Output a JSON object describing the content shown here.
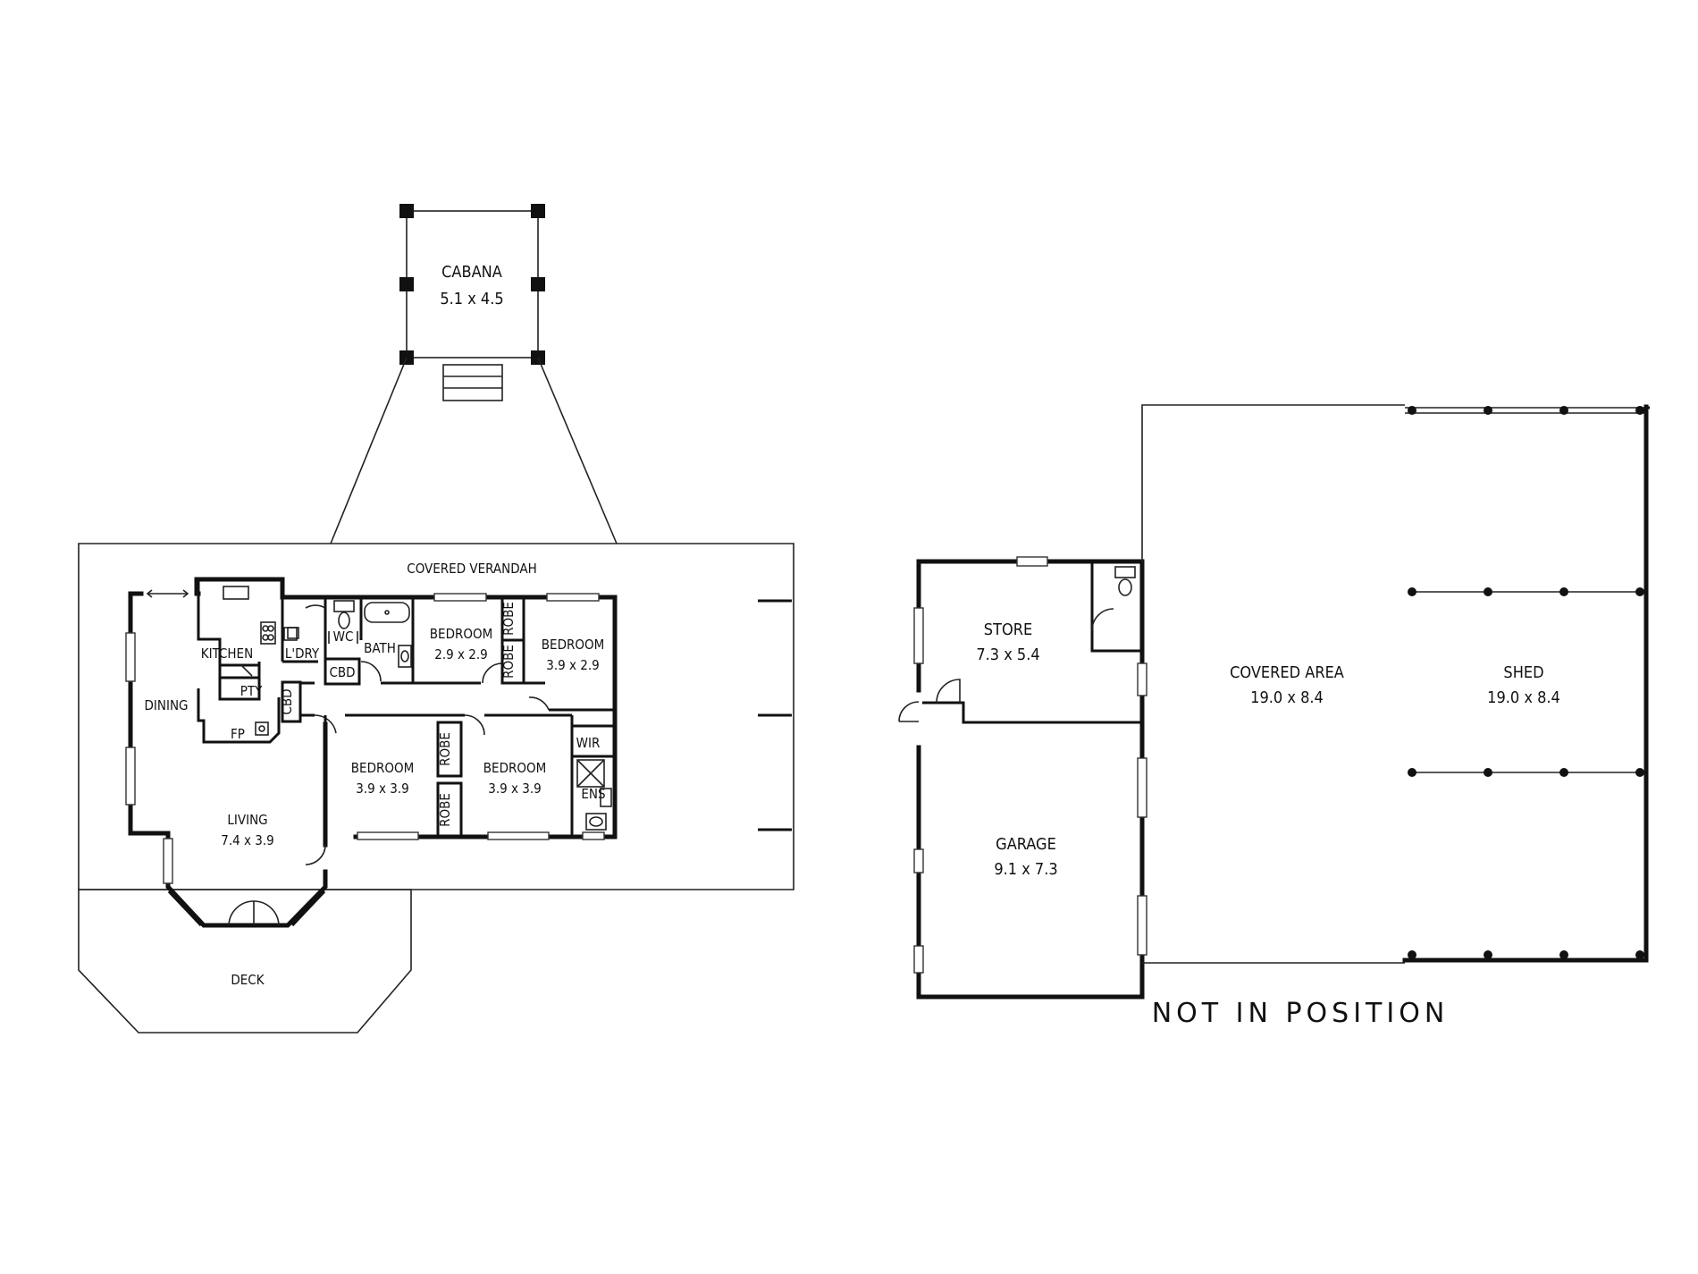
{
  "cabana": {
    "name": "CABANA",
    "size": "5.1 x 4.5"
  },
  "verandah": {
    "name": "COVERED VERANDAH"
  },
  "deck": {
    "name": "DECK"
  },
  "kitchen": {
    "name": "KITCHEN"
  },
  "dining": {
    "name": "DINING"
  },
  "pantry": {
    "name": "PTY"
  },
  "fireplace": {
    "name": "FP"
  },
  "laundry": {
    "name": "L'DRY"
  },
  "wc": {
    "name": "WC"
  },
  "bath": {
    "name": "BATH"
  },
  "cupboard_1": {
    "name": "CBD"
  },
  "cupboard_2": {
    "name": "CBD"
  },
  "bedroom_1": {
    "name": "BEDROOM",
    "size": "2.9 x 2.9"
  },
  "bedroom_2": {
    "name": "BEDROOM",
    "size": "3.9 x 2.9"
  },
  "bedroom_3": {
    "name": "BEDROOM",
    "size": "3.9 x 3.9"
  },
  "bedroom_4": {
    "name": "BEDROOM",
    "size": "3.9 x 3.9"
  },
  "robe_1": {
    "name": "ROBE"
  },
  "robe_2": {
    "name": "ROBE"
  },
  "robe_3": {
    "name": "ROBE"
  },
  "robe_4": {
    "name": "ROBE"
  },
  "wir": {
    "name": "WIR"
  },
  "ensuite": {
    "name": "ENS"
  },
  "living": {
    "name": "LIVING",
    "size": "7.4 x 3.9"
  },
  "store": {
    "name": "STORE",
    "size": "7.3 x 5.4"
  },
  "garage": {
    "name": "GARAGE",
    "size": "9.1 x 7.3"
  },
  "covered_area": {
    "name": "COVERED AREA",
    "size": "19.0 x 8.4"
  },
  "shed": {
    "name": "SHED",
    "size": "19.0 x 8.4"
  },
  "note": "NOT IN POSITION"
}
